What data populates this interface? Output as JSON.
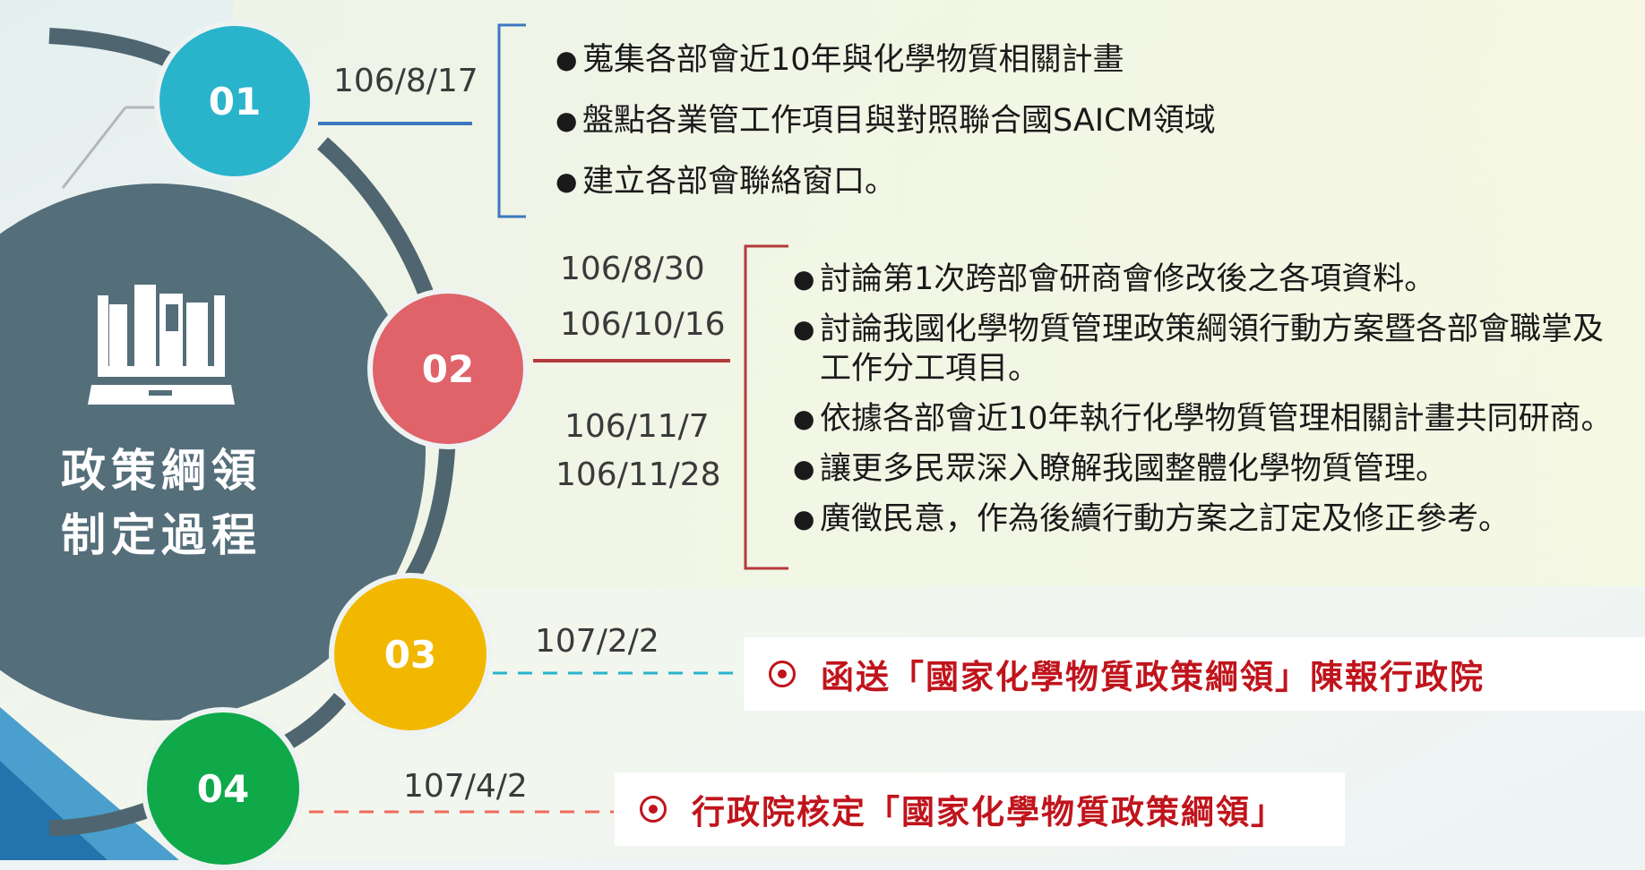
{
  "hub": {
    "title_line1": "政策綱領",
    "title_line2": "制定過程",
    "icon": "books-on-laptop-icon"
  },
  "steps": [
    {
      "number": "01",
      "color": "#29b4cc",
      "dates": [
        "106/8/17"
      ],
      "items": [
        "蒐集各部會近10年與化學物質相關計畫",
        "盤點各業管工作項目與對照聯合國SAICM領域",
        "建立各部會聯絡窗口。"
      ]
    },
    {
      "number": "02",
      "color": "#e0636a",
      "dates": [
        "106/8/30",
        "106/10/16",
        "106/11/7",
        "106/11/28"
      ],
      "items": [
        "討論第1次跨部會研商會修改後之各項資料。",
        "討論我國化學物質管理政策綱領行動方案暨各部會職掌及工作分工項目。",
        "依據各部會近10年執行化學物質管理相關計畫共同研商。",
        "讓更多民眾深入瞭解我國整體化學物質管理。",
        "廣徵民意，作為後續行動方案之訂定及修正參考。"
      ]
    },
    {
      "number": "03",
      "color": "#f2b800",
      "dates": [
        "107/2/2"
      ],
      "items": [
        "函送「國家化學物質政策綱領」陳報行政院"
      ]
    },
    {
      "number": "04",
      "color": "#0fa94a",
      "dates": [
        "107/4/2"
      ],
      "items": [
        "行政院核定「國家化學物質政策綱領」"
      ]
    }
  ],
  "colors": {
    "hub": "#546e7a",
    "arc": "#4f6670",
    "accent_red": "#c0141c",
    "bracket1": "#3c78c0",
    "bracket2": "#b43a3a"
  }
}
